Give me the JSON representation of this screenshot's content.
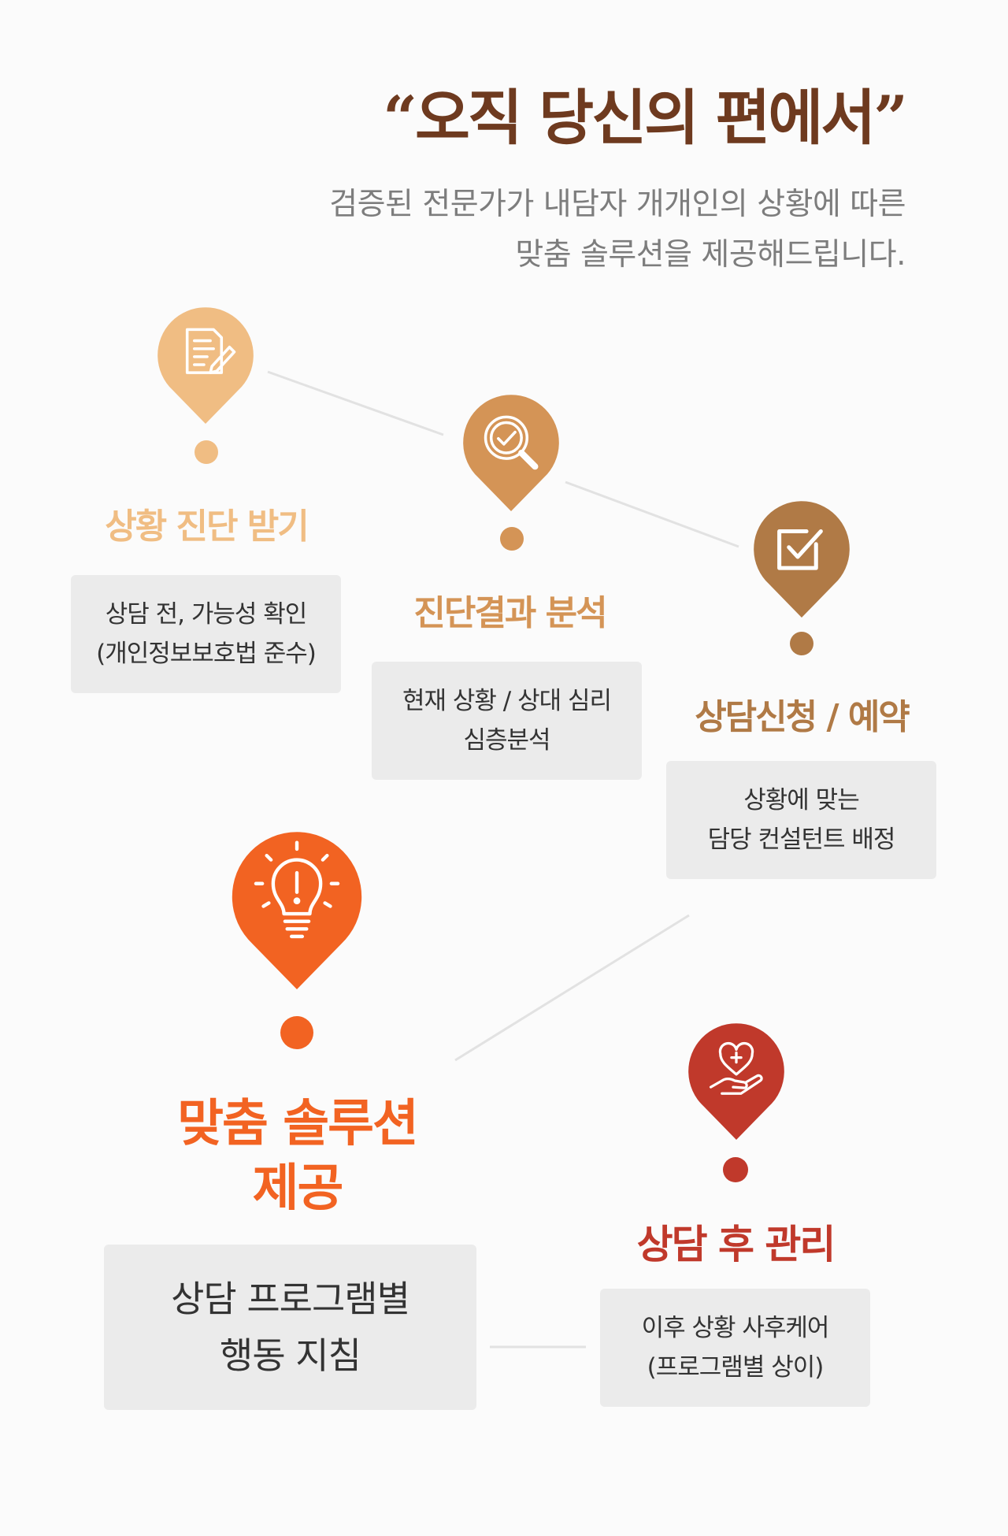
{
  "header": {
    "headline": "“오직 당신의 편에서”",
    "subtitle_lines": [
      "검증된 전문가가 내담자 개개인의 상황에 따른",
      "맞춤 솔루션을 제공해드립니다."
    ]
  },
  "colors": {
    "headline": "#6e3a1f",
    "subtitle": "#7d7d7d",
    "step1": "#f0bd83",
    "step2": "#d49456",
    "step3": "#b07a46",
    "step4": "#f26322",
    "step5": "#c0392b",
    "box": "#ebebeb"
  },
  "steps": [
    {
      "icon": "document-pen-icon",
      "title": "상황 진단 받기",
      "desc_lines": [
        "상담 전, 가능성 확인",
        "(개인정보보호법 준수)"
      ]
    },
    {
      "icon": "magnifier-check-icon",
      "title": "진단결과 분석",
      "desc_lines": [
        "현재 상황 / 상대 심리",
        "심층분석"
      ]
    },
    {
      "icon": "checkbox-icon",
      "title": "상담신청 / 예약",
      "desc_lines": [
        "상황에 맞는",
        "담당 컨설턴트 배정"
      ]
    },
    {
      "icon": "lightbulb-icon",
      "title_lines": [
        "맞춤 솔루션",
        "제공"
      ],
      "desc_lines": [
        "상담 프로그램별",
        "행동 지침"
      ]
    },
    {
      "icon": "heart-hand-icon",
      "title": "상담 후 관리",
      "desc_lines": [
        "이후 상황 사후케어",
        "(프로그램별 상이)"
      ]
    }
  ]
}
